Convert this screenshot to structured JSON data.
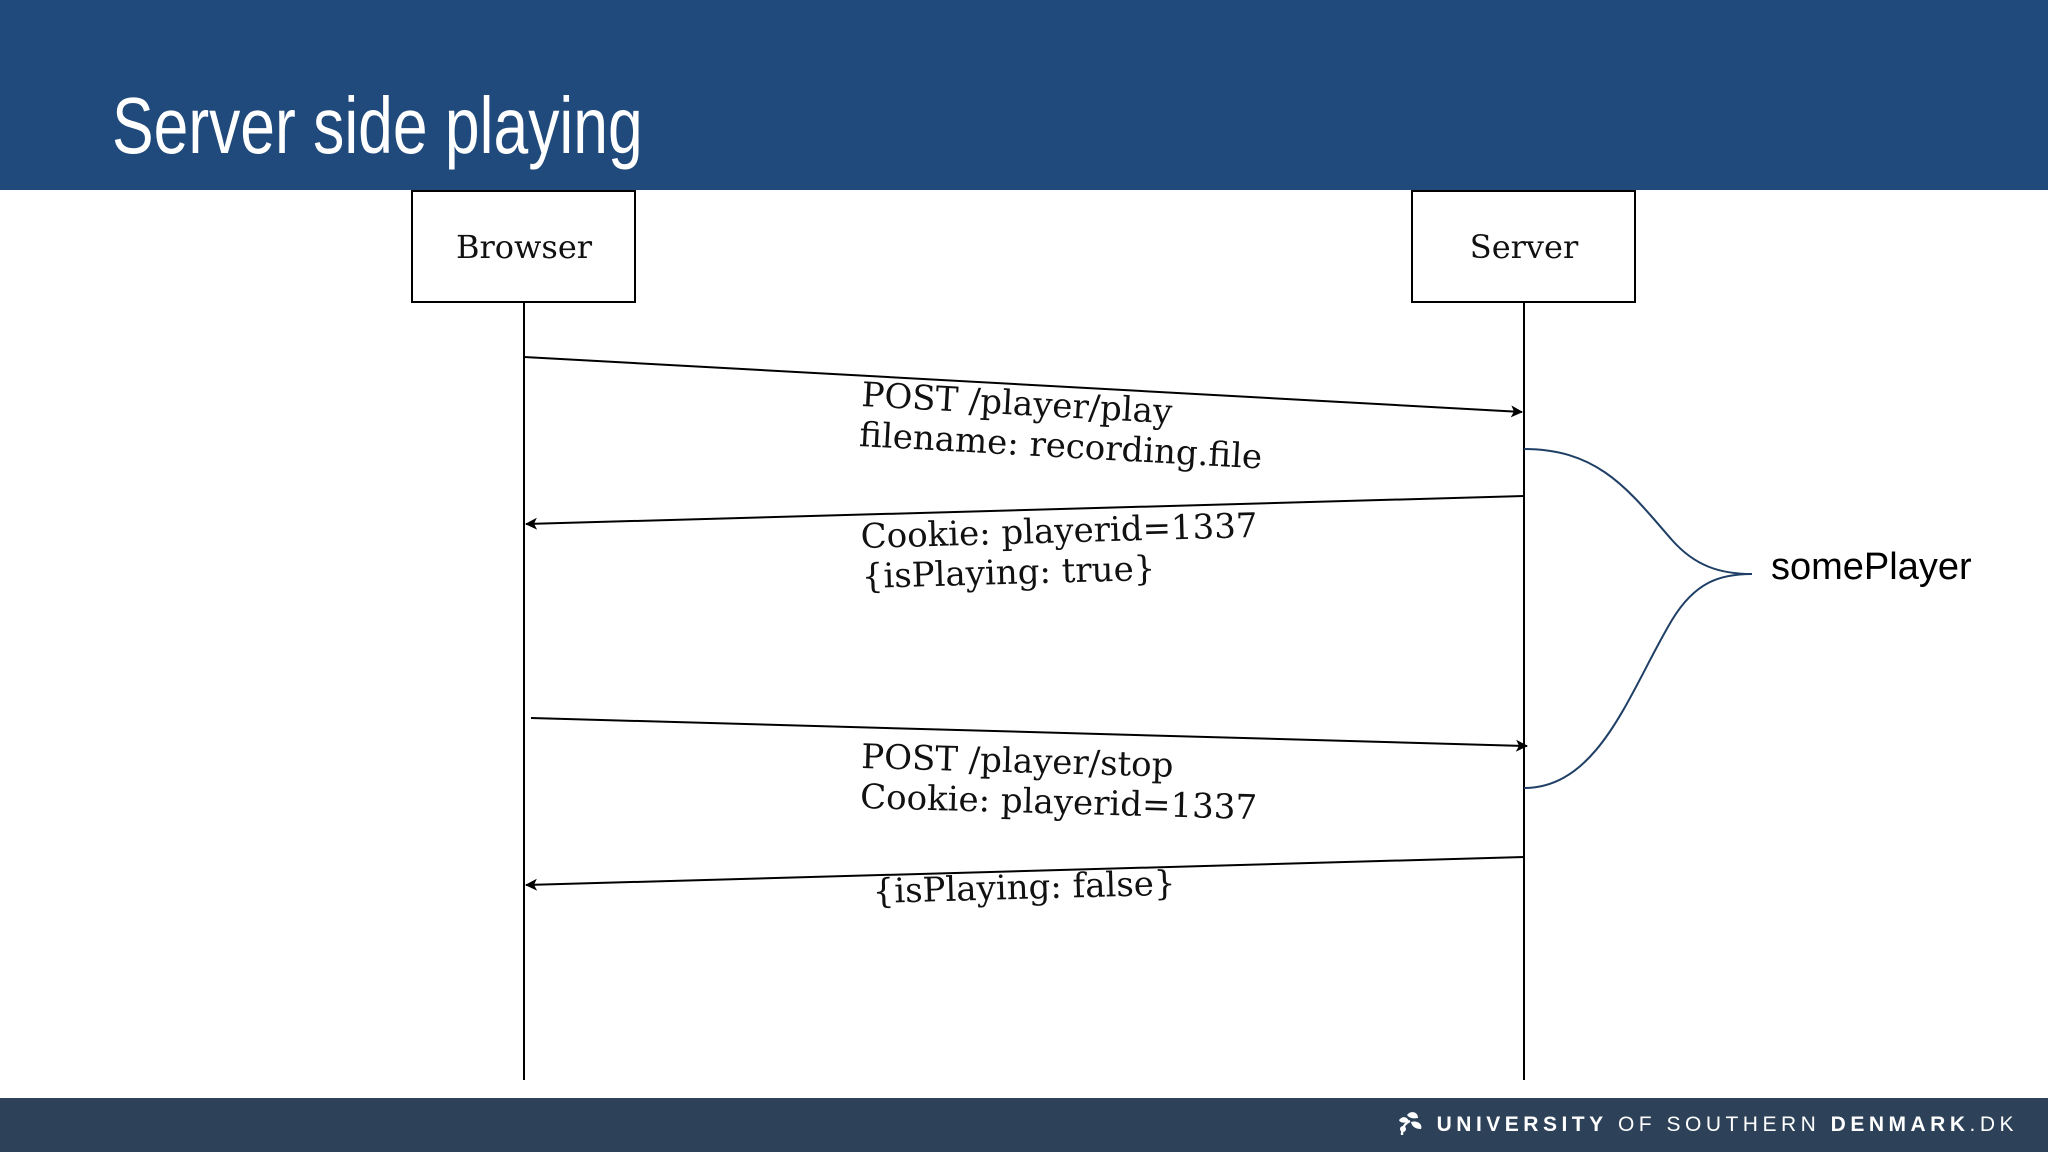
{
  "slide": {
    "title": "Server side playing"
  },
  "diagram": {
    "actors": [
      {
        "label": "Browser"
      },
      {
        "label": "Server"
      }
    ],
    "messages": [
      {
        "direction": "browser-to-server",
        "lines": [
          "POST /player/play",
          "filename: recording.file"
        ]
      },
      {
        "direction": "server-to-browser",
        "lines": [
          "Cookie: playerid=1337",
          "{isPlaying: true}"
        ]
      },
      {
        "direction": "browser-to-server",
        "lines": [
          "POST /player/stop",
          "Cookie: playerid=1337"
        ]
      },
      {
        "direction": "server-to-browser",
        "lines": [
          "{isPlaying: false}"
        ]
      }
    ],
    "brace_label": "somePlayer"
  },
  "footer": {
    "logo_word_1": "UNIVERSITY",
    "logo_word_2": " OF SOUTHERN ",
    "logo_word_3": "DENMARK",
    "logo_word_4": ".DK"
  },
  "colors": {
    "header": "#214a7c",
    "footer": "#2d4159",
    "brace": "#1f3f66"
  }
}
